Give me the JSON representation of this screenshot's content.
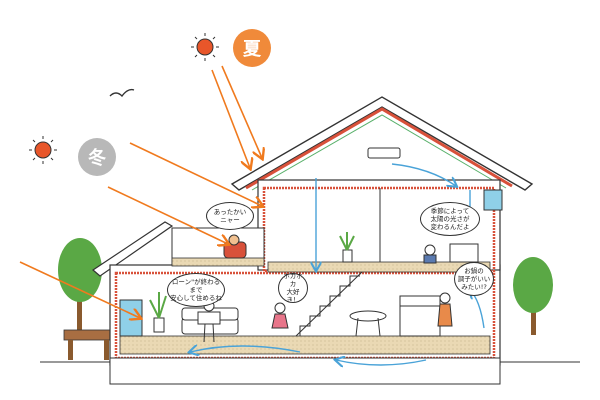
{
  "seasons": {
    "summer_label": "夏",
    "winter_label": "冬",
    "summer_color": "#f08a3a",
    "winter_color": "#b8b8b8"
  },
  "speech": {
    "cat": "あったかい\nニャー",
    "living": "ローン\"が終わるまで\n安心して住めるね",
    "kid": "ホカホカ\n大好き！",
    "study": "季節によって\n太陽の光さが\n変わるんだよ",
    "kitchen": "お鍋の\n調子がいい\nみたい!?"
  },
  "colors": {
    "sun": "#e8562a",
    "sunlight_arrow": "#f07a1e",
    "airflow_arrow": "#4aa3d8",
    "floor": "#ead9b4",
    "insulation": "#d8513a",
    "tree": "#5aa845",
    "deck": "#a86e42",
    "window": "#8fd0e8"
  },
  "icons": [
    "sun-icon",
    "bird-icon",
    "tree-icon",
    "air-conditioner-icon",
    "cat-icon",
    "plant-icon"
  ]
}
